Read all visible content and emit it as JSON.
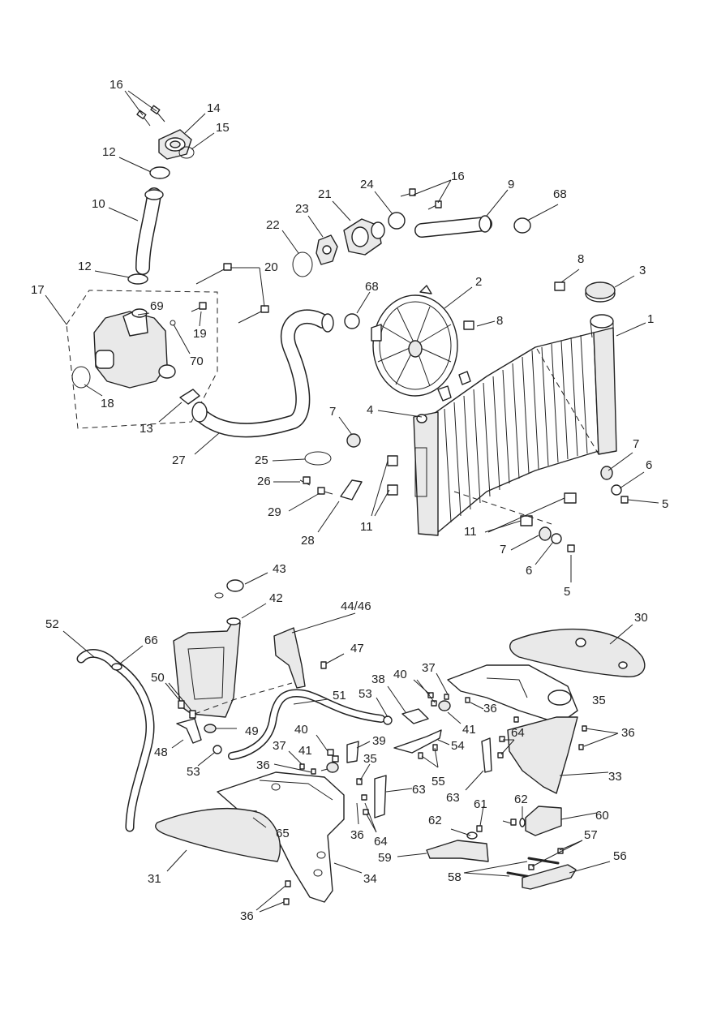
{
  "callouts": [
    {
      "id": "c1",
      "text": "16"
    },
    {
      "id": "c2",
      "text": "14"
    },
    {
      "id": "c3",
      "text": "15"
    },
    {
      "id": "c4",
      "text": "12"
    },
    {
      "id": "c5",
      "text": "10"
    },
    {
      "id": "c6",
      "text": "12"
    },
    {
      "id": "c7",
      "text": "17"
    },
    {
      "id": "c8",
      "text": "69"
    },
    {
      "id": "c9",
      "text": "19"
    },
    {
      "id": "c10",
      "text": "70"
    },
    {
      "id": "c11",
      "text": "18"
    },
    {
      "id": "c12",
      "text": "13"
    },
    {
      "id": "c13",
      "text": "27"
    },
    {
      "id": "c14",
      "text": "22"
    },
    {
      "id": "c15",
      "text": "23"
    },
    {
      "id": "c16",
      "text": "21"
    },
    {
      "id": "c17",
      "text": "24"
    },
    {
      "id": "c18",
      "text": "16"
    },
    {
      "id": "c19",
      "text": "9"
    },
    {
      "id": "c20",
      "text": "68"
    },
    {
      "id": "c21",
      "text": "20"
    },
    {
      "id": "c22",
      "text": "68"
    },
    {
      "id": "c23",
      "text": "2"
    },
    {
      "id": "c24",
      "text": "8"
    },
    {
      "id": "c25",
      "text": "3"
    },
    {
      "id": "c26",
      "text": "8"
    },
    {
      "id": "c27",
      "text": "1"
    },
    {
      "id": "c28",
      "text": "4"
    },
    {
      "id": "c29",
      "text": "7"
    },
    {
      "id": "c30",
      "text": "25"
    },
    {
      "id": "c31",
      "text": "26"
    },
    {
      "id": "c32",
      "text": "29"
    },
    {
      "id": "c33",
      "text": "28"
    },
    {
      "id": "c34",
      "text": "11"
    },
    {
      "id": "c35",
      "text": "7"
    },
    {
      "id": "c36",
      "text": "6"
    },
    {
      "id": "c37",
      "text": "5"
    },
    {
      "id": "c38",
      "text": "11"
    },
    {
      "id": "c39",
      "text": "7"
    },
    {
      "id": "c40",
      "text": "6"
    },
    {
      "id": "c41",
      "text": "5"
    },
    {
      "id": "c42",
      "text": "43"
    },
    {
      "id": "c43",
      "text": "42"
    },
    {
      "id": "c44",
      "text": "44/46"
    },
    {
      "id": "c45",
      "text": "52"
    },
    {
      "id": "c46",
      "text": "66"
    },
    {
      "id": "c47",
      "text": "47"
    },
    {
      "id": "c48",
      "text": "30"
    },
    {
      "id": "c49",
      "text": "50"
    },
    {
      "id": "c50",
      "text": "51"
    },
    {
      "id": "c51",
      "text": "53"
    },
    {
      "id": "c52",
      "text": "38"
    },
    {
      "id": "c53",
      "text": "40"
    },
    {
      "id": "c54",
      "text": "37"
    },
    {
      "id": "c55",
      "text": "35"
    },
    {
      "id": "c56",
      "text": "36"
    },
    {
      "id": "c57",
      "text": "41"
    },
    {
      "id": "c58",
      "text": "49"
    },
    {
      "id": "c59",
      "text": "48"
    },
    {
      "id": "c60",
      "text": "53"
    },
    {
      "id": "c61",
      "text": "40"
    },
    {
      "id": "c62",
      "text": "39"
    },
    {
      "id": "c63",
      "text": "54"
    },
    {
      "id": "c64",
      "text": "64"
    },
    {
      "id": "c65",
      "text": "36"
    },
    {
      "id": "c66",
      "text": "37"
    },
    {
      "id": "c67",
      "text": "41"
    },
    {
      "id": "c68",
      "text": "36"
    },
    {
      "id": "c69",
      "text": "35"
    },
    {
      "id": "c70",
      "text": "63"
    },
    {
      "id": "c71",
      "text": "55"
    },
    {
      "id": "c72",
      "text": "63"
    },
    {
      "id": "c73",
      "text": "33"
    },
    {
      "id": "c74",
      "text": "65"
    },
    {
      "id": "c75",
      "text": "36"
    },
    {
      "id": "c76",
      "text": "64"
    },
    {
      "id": "c77",
      "text": "61"
    },
    {
      "id": "c78",
      "text": "62"
    },
    {
      "id": "c79",
      "text": "60"
    },
    {
      "id": "c80",
      "text": "62"
    },
    {
      "id": "c81",
      "text": "57"
    },
    {
      "id": "c82",
      "text": "31"
    },
    {
      "id": "c83",
      "text": "34"
    },
    {
      "id": "c84",
      "text": "59"
    },
    {
      "id": "c85",
      "text": "56"
    },
    {
      "id": "c86",
      "text": "58"
    },
    {
      "id": "c87",
      "text": "36"
    }
  ]
}
